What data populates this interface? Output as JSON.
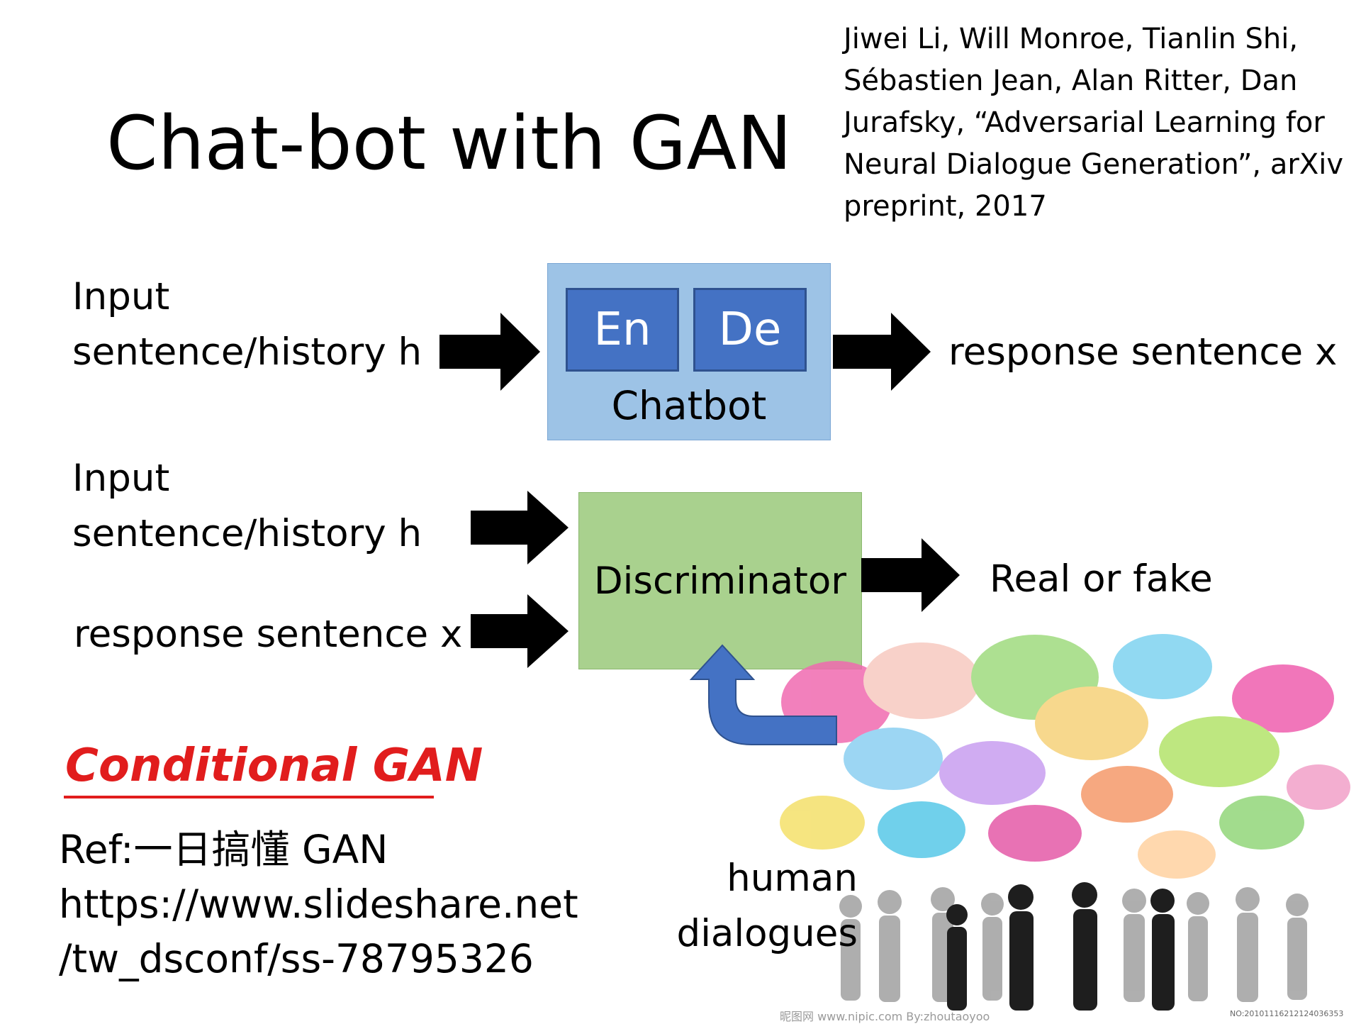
{
  "title": "Chat-bot with GAN",
  "citation": "Jiwei Li, Will Monroe, Tianlin Shi, Sébastien Jean, Alan Ritter, Dan Jurafsky, “Adversarial Learning for Neural Dialogue Generation”, arXiv preprint, 2017",
  "chatbot_row": {
    "input_line1": "Input",
    "input_line2": "sentence/history h",
    "encoder": "En",
    "decoder": "De",
    "box_label": "Chatbot",
    "output": "response sentence x"
  },
  "discriminator_row": {
    "input_line1": "Input",
    "input_line2": "sentence/history h",
    "input2": "response sentence x",
    "box_label": "Discriminator",
    "output": "Real or fake"
  },
  "human_dialogues": [
    "human",
    "dialogues"
  ],
  "conditional_label": "Conditional GAN",
  "reference": [
    "Ref:一日搞懂 GAN",
    "https://www.slideshare.net",
    "/tw_dsconf/ss-78795326"
  ],
  "watermark": "昵图网 www.nipic.com   By:zhoutaoyoo",
  "watermark_id": "NO:20101116212124036353",
  "colors": {
    "chatbot_box": "#9dc3e6",
    "enc_dec": "#4472c4",
    "discriminator_box": "#a9d18e",
    "feedback_arrow": "#4472c4",
    "conditional_text": "#e11d1d"
  }
}
